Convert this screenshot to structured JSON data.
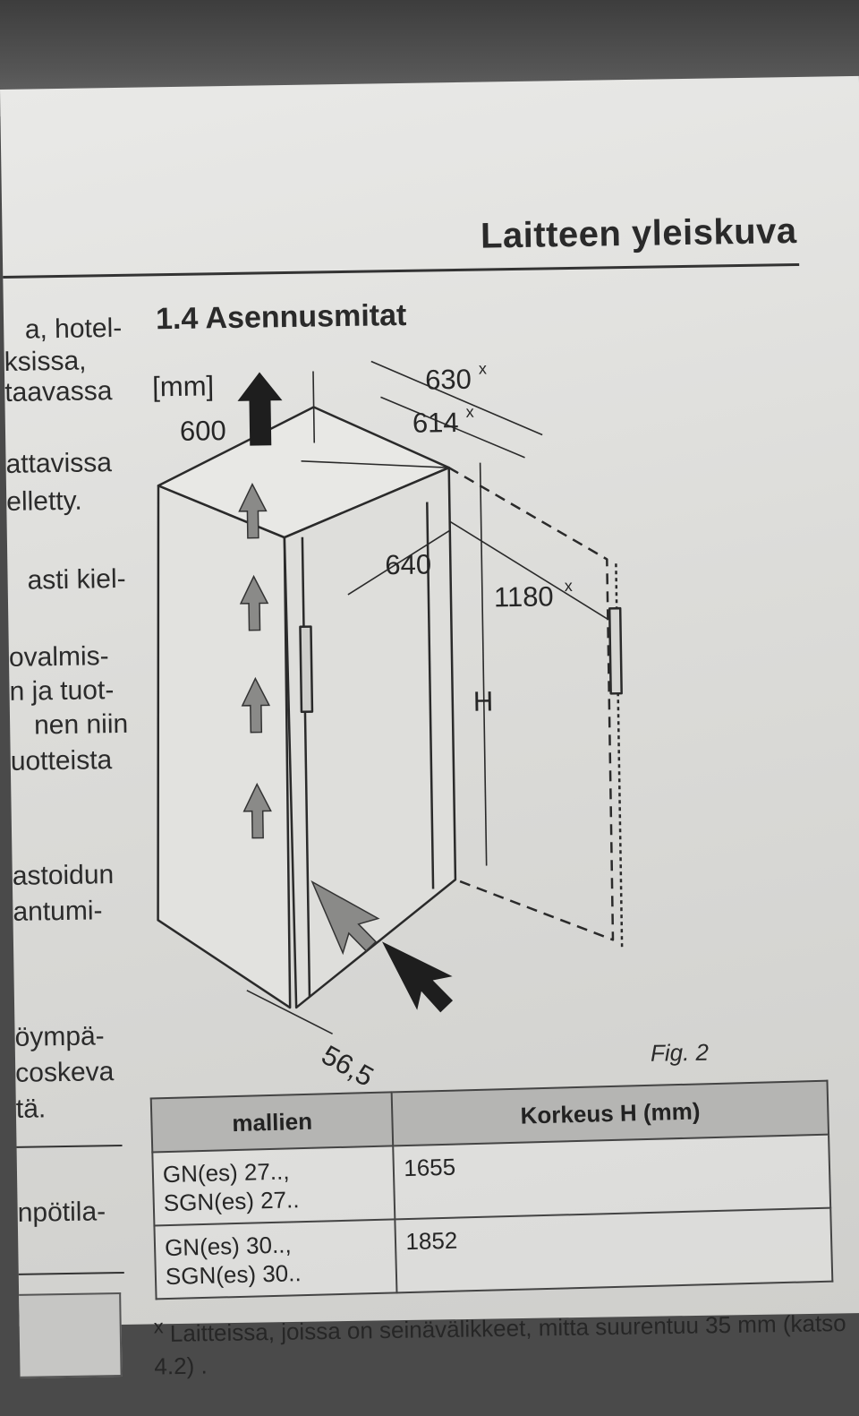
{
  "running_head": "Laitteen yleiskuva",
  "section_title": "1.4 Asennusmitat",
  "left_fragments": [
    "a,  hotel-",
    "ksissa,",
    "taavassa",
    "attavissa",
    "elletty.",
    "asti  kiel-",
    "ovalmis-",
    "n ja tuot-",
    "nen  niin",
    "uotteista",
    "astoidun",
    "antumi-",
    "öympä-",
    "coskeva",
    "tä.",
    "npötila-"
  ],
  "diagram": {
    "unit_label": "[mm]",
    "dims": {
      "width": "600",
      "depth_outer": "630",
      "depth_inner": "614",
      "door_width": "640",
      "door_open": "1180",
      "height": "H",
      "floor_gap": "56,5"
    },
    "superscript_mark": "x"
  },
  "fig_caption": "Fig. 2",
  "table": {
    "headers": [
      "mallien",
      "Korkeus H (mm)"
    ],
    "rows": [
      {
        "model_line1": "GN(es) 27..,",
        "model_line2": "SGN(es) 27..",
        "height": "1655"
      },
      {
        "model_line1": "GN(es) 30..,",
        "model_line2": "SGN(es) 30..",
        "height": "1852"
      }
    ]
  },
  "footnote": {
    "mark": "x",
    "text": "Laitteissa, joissa on seinävälikkeet, mitta suurentuu 35 mm (katso 4.2) ."
  }
}
